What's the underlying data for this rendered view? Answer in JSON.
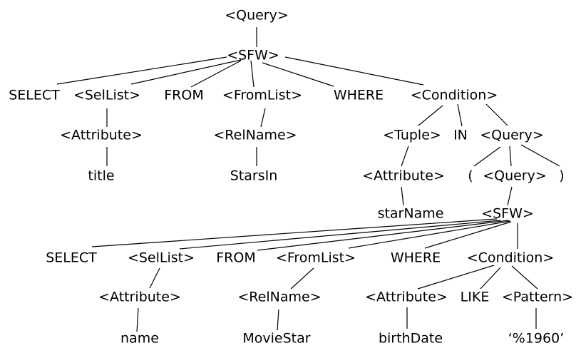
{
  "diagram": {
    "title": "Parse tree for nested SQL query",
    "nodes": [
      {
        "id": "q1",
        "label": "<Query>"
      },
      {
        "id": "sfw1",
        "label": "<SFW>",
        "parent": "q1"
      },
      {
        "id": "sel1",
        "label": "SELECT",
        "parent": "sfw1"
      },
      {
        "id": "sl1",
        "label": "<SelList>",
        "parent": "sfw1"
      },
      {
        "id": "from1",
        "label": "FROM",
        "parent": "sfw1"
      },
      {
        "id": "fl1",
        "label": "<FromList>",
        "parent": "sfw1"
      },
      {
        "id": "wh1",
        "label": "WHERE",
        "parent": "sfw1"
      },
      {
        "id": "c1",
        "label": "<Condition>",
        "parent": "sfw1"
      },
      {
        "id": "a1",
        "label": "<Attribute>",
        "parent": "sl1"
      },
      {
        "id": "title",
        "label": "title",
        "parent": "a1"
      },
      {
        "id": "r1",
        "label": "<RelName>",
        "parent": "fl1"
      },
      {
        "id": "starsin",
        "label": "StarsIn",
        "parent": "r1"
      },
      {
        "id": "tup",
        "label": "<Tuple>",
        "parent": "c1"
      },
      {
        "id": "in",
        "label": "IN",
        "parent": "c1"
      },
      {
        "id": "q2",
        "label": "<Query>",
        "parent": "c1"
      },
      {
        "id": "a2",
        "label": "<Attribute>",
        "parent": "tup"
      },
      {
        "id": "starname",
        "label": "starName",
        "parent": "a2"
      },
      {
        "id": "lp",
        "label": "(",
        "parent": "q2"
      },
      {
        "id": "q3",
        "label": "<Query>",
        "parent": "q2"
      },
      {
        "id": "rp",
        "label": ")",
        "parent": "q2"
      },
      {
        "id": "sfw2",
        "label": "<SFW>",
        "parent": "q3"
      },
      {
        "id": "sel2",
        "label": "SELECT",
        "parent": "sfw2"
      },
      {
        "id": "sl2",
        "label": "<SelList>",
        "parent": "sfw2"
      },
      {
        "id": "from2",
        "label": "FROM",
        "parent": "sfw2"
      },
      {
        "id": "fl2",
        "label": "<FromList>",
        "parent": "sfw2"
      },
      {
        "id": "wh2",
        "label": "WHERE",
        "parent": "sfw2"
      },
      {
        "id": "c2",
        "label": "<Condition>",
        "parent": "sfw2"
      },
      {
        "id": "a3",
        "label": "<Attribute>",
        "parent": "sl2"
      },
      {
        "id": "name",
        "label": "name",
        "parent": "a3"
      },
      {
        "id": "r2",
        "label": "<RelName>",
        "parent": "fl2"
      },
      {
        "id": "moviestar",
        "label": "MovieStar",
        "parent": "r2"
      },
      {
        "id": "a4",
        "label": "<Attribute>",
        "parent": "c2"
      },
      {
        "id": "like",
        "label": "LIKE",
        "parent": "c2"
      },
      {
        "id": "pat",
        "label": "<Pattern>",
        "parent": "c2"
      },
      {
        "id": "birthdate",
        "label": "birthDate",
        "parent": "a4"
      },
      {
        "id": "pv",
        "label": "‘%1960’",
        "parent": "pat"
      }
    ]
  }
}
